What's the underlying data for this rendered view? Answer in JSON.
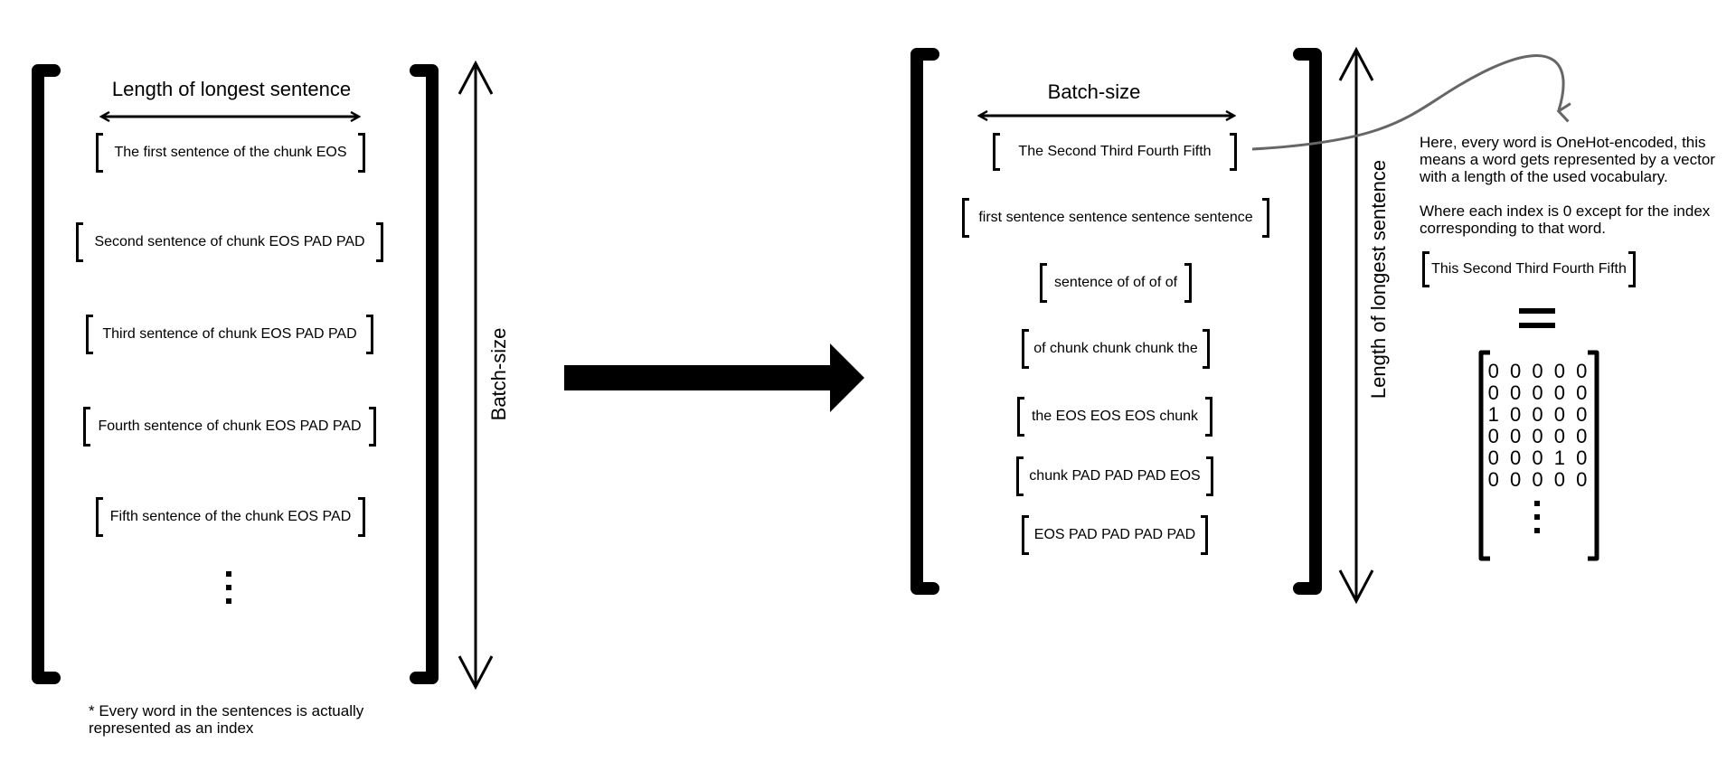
{
  "left": {
    "top_label": "Length of longest sentence",
    "side_label": "Batch-size",
    "sentences": [
      "The first sentence of the chunk EOS",
      "Second sentence of chunk EOS PAD PAD",
      "Third sentence of chunk EOS PAD PAD",
      "Fourth sentence of chunk EOS PAD PAD",
      "Fifth sentence of the chunk EOS PAD"
    ],
    "footnote": "* Every word in the sentences is actually represented as an index"
  },
  "right": {
    "top_label": "Batch-size",
    "side_label": "Length of longest sentence",
    "rows": [
      "The Second Third Fourth Fifth",
      "first sentence sentence sentence sentence",
      "sentence of of of of",
      "of chunk chunk chunk the",
      "the EOS EOS EOS chunk",
      "chunk PAD PAD PAD EOS",
      "EOS PAD PAD PAD PAD"
    ]
  },
  "onehot": {
    "explanation_1": "Here, every word is OneHot-encoded, this means a word gets represented by a vector with a length of the used vocabulary.",
    "explanation_2": "Where each index is 0 except for the index corresponding to that word.",
    "example_row": "This Second Third Fourth Fifth",
    "equals": "=",
    "matrix": [
      "0 0 0 0 0",
      "0 0 0 0 0",
      "1 0 0 0 0",
      "0 0 0 0 0",
      "0 0 0 1 0",
      "0 0 0 0 0"
    ]
  }
}
